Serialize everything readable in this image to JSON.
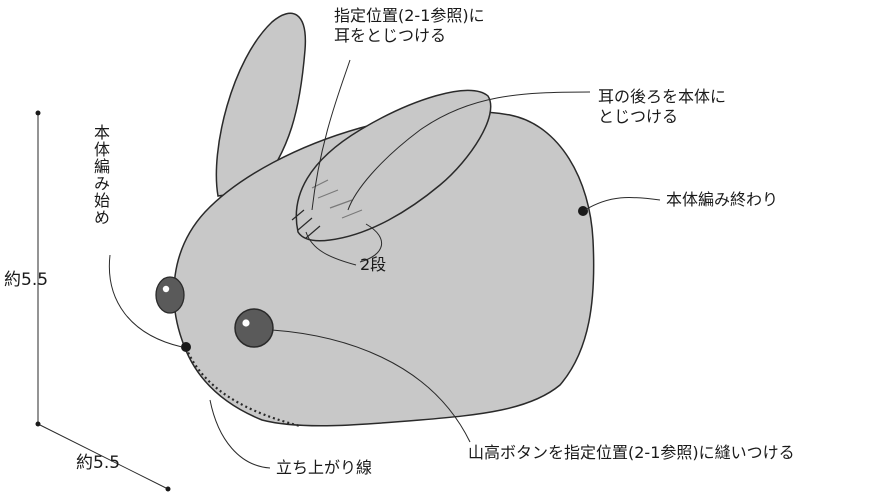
{
  "labels": {
    "ear_position_line1": "指定位置(2-1参照)に",
    "ear_position_line2": "耳をとじつける",
    "ear_back_line1": "耳の後ろを本体に",
    "ear_back_line2": "とじつける",
    "body_end": "本体編み終わり",
    "body_start": "本体編み始め",
    "two_rows": "2段",
    "dim_height": "約5.5",
    "dim_depth": "約5.5",
    "button": "山高ボタンを指定位置(2-1参照)に縫いつける",
    "rise_line": "立ち上がり線"
  },
  "colors": {
    "body_fill": "#c8c8c8",
    "outline": "#2a2a2a",
    "eye": "#5a5a5a"
  }
}
